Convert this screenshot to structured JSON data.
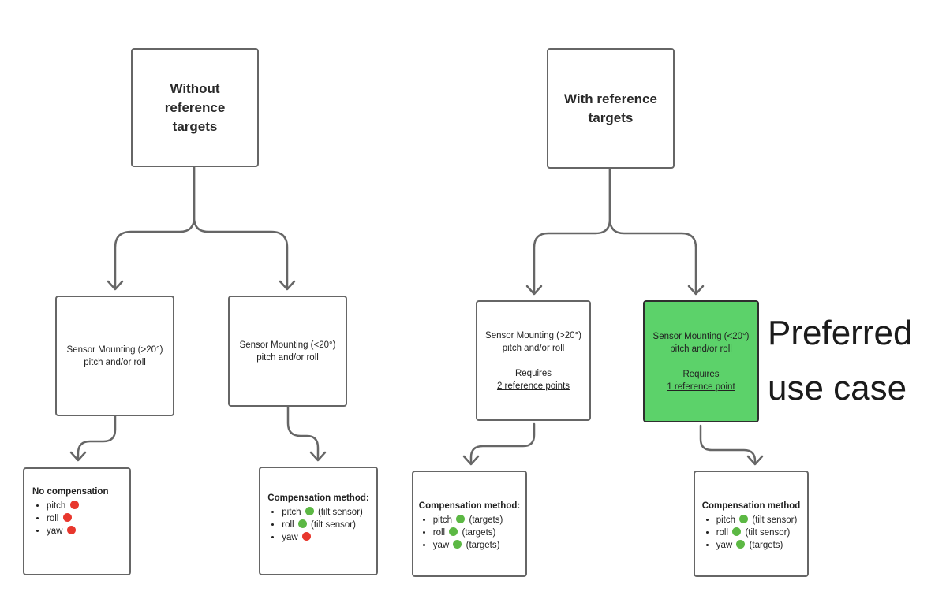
{
  "left_root": {
    "lines": [
      "Without reference",
      "targets"
    ]
  },
  "right_root": {
    "lines": [
      "With reference",
      "targets"
    ]
  },
  "l_gt20": {
    "lines": [
      "Sensor Mounting (>20°)",
      "pitch and/or roll"
    ]
  },
  "l_lt20": {
    "lines": [
      "Sensor Mounting (<20°)",
      "pitch and/or roll"
    ]
  },
  "r_gt20": {
    "lines": [
      "Sensor Mounting (>20°)",
      "pitch and/or roll"
    ],
    "requires": "Requires",
    "ref": "2 reference points"
  },
  "r_lt20": {
    "lines": [
      "Sensor Mounting (<20°)",
      "pitch and/or roll"
    ],
    "requires": "Requires",
    "ref": "1 reference point"
  },
  "res1": {
    "heading": "No compensation",
    "items": [
      {
        "label": "pitch",
        "status": "red",
        "note": ""
      },
      {
        "label": "roll",
        "status": "red",
        "note": ""
      },
      {
        "label": "yaw",
        "status": "red",
        "note": ""
      }
    ]
  },
  "res2": {
    "heading": "Compensation method:",
    "items": [
      {
        "label": "pitch",
        "status": "green",
        "note": "(tilt sensor)"
      },
      {
        "label": "roll",
        "status": "green",
        "note": "(tilt sensor)"
      },
      {
        "label": "yaw",
        "status": "red",
        "note": ""
      }
    ]
  },
  "res3": {
    "heading": "Compensation  method:",
    "items": [
      {
        "label": "pitch",
        "status": "green",
        "note": "(targets)"
      },
      {
        "label": "roll",
        "status": "green",
        "note": "(targets)"
      },
      {
        "label": "yaw",
        "status": "green",
        "note": "(targets)"
      }
    ]
  },
  "res4": {
    "heading": "Compensation method",
    "items": [
      {
        "label": "pitch",
        "status": "green",
        "note": "(tilt sensor)"
      },
      {
        "label": "roll",
        "status": "green",
        "note": "(tilt sensor)"
      },
      {
        "label": "yaw",
        "status": "green",
        "note": "(targets)"
      }
    ]
  },
  "annotation": {
    "line1": "Preferred",
    "line2": "use case"
  },
  "colors": {
    "border": "#666666",
    "highlight_fill": "#5cd26a",
    "status_red": "#e8372d",
    "status_green": "#5cb844",
    "arrow": "#666666"
  }
}
